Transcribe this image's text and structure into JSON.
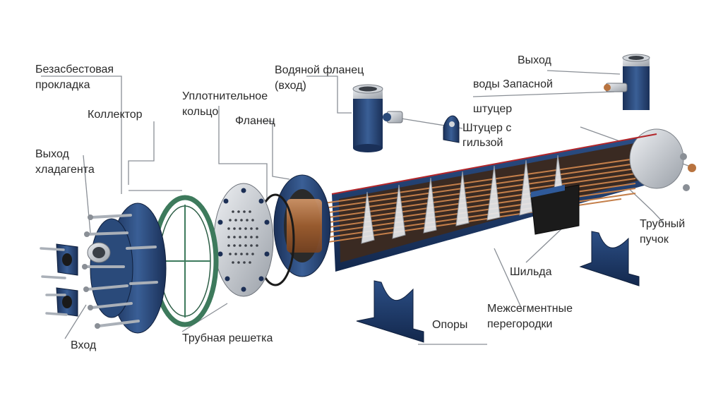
{
  "labels": {
    "gasket": [
      "Безасбестовая",
      "прокладка"
    ],
    "collector": "Коллектор",
    "seal_ring": [
      "Уплотнительное",
      "кольцо"
    ],
    "flange": "Фланец",
    "water_flange": [
      "Водяной фланец",
      "(вход)"
    ],
    "water_out": "Выход",
    "water_spare": "воды Запасной",
    "fitting": "штуцер",
    "sleeve_fitting": [
      "Штуцер с",
      "гильзой"
    ],
    "coolant_out": [
      "Выход",
      "хладагента"
    ],
    "tube_bundle": [
      "Трубный",
      "пучок"
    ],
    "nameplate": "Шильда",
    "baffles": [
      "Межсегментные",
      "перегородки"
    ],
    "supports": "Опоры",
    "tube_sheet": "Трубная решетка",
    "inlet": "Вход"
  },
  "colors": {
    "metal_blue": "#2a4a7a",
    "metal_blue_dark": "#1a3058",
    "copper": "#b8733f",
    "steel": "#c9cdd2",
    "gasket_green": "#3d7a5c",
    "leader": "#8a8f96"
  }
}
